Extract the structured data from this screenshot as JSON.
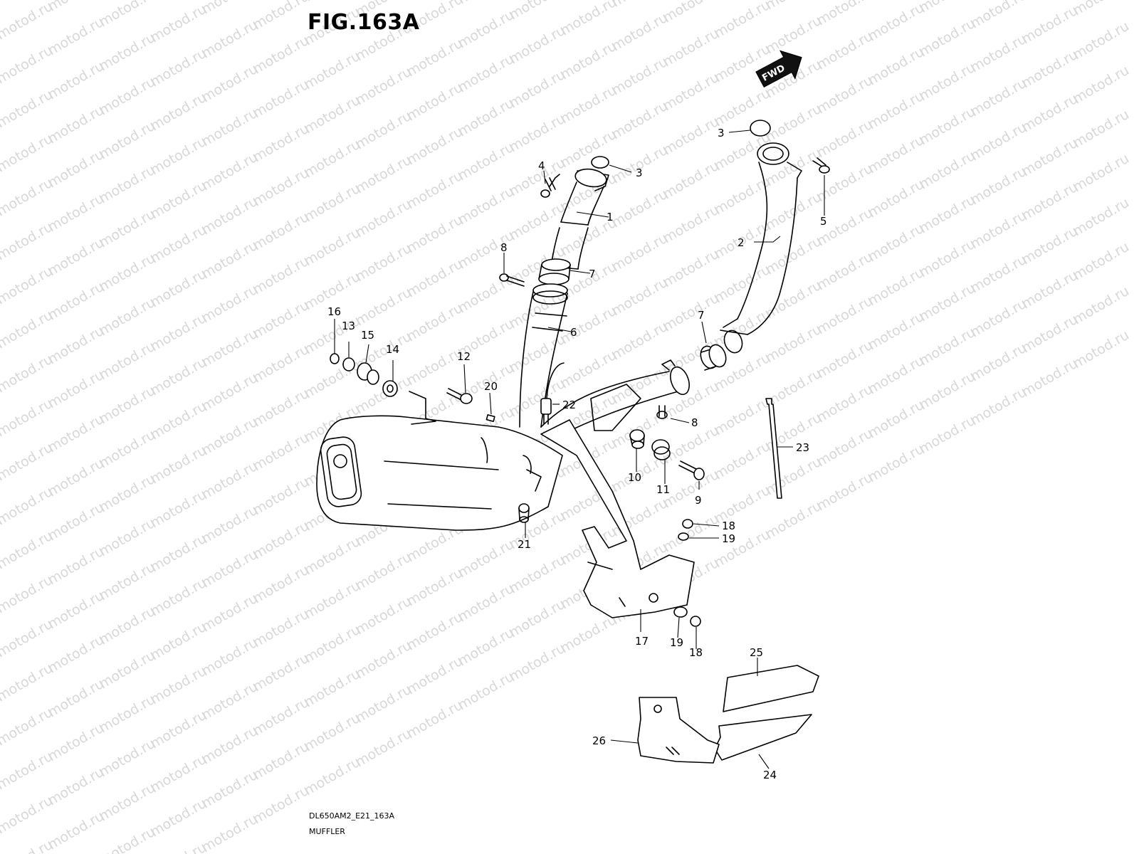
{
  "figure": {
    "title": "FIG.163A",
    "code": "DL650AM2_E21_163A",
    "name": "MUFFLER"
  },
  "watermark": {
    "text": "motod.ru",
    "color": "#d8d8d8"
  },
  "direction_marker": {
    "text": "FWD",
    "icon": "forward-arrow-icon"
  },
  "callouts": [
    {
      "key": "c1",
      "label": "1"
    },
    {
      "key": "c2",
      "label": "2"
    },
    {
      "key": "c3a",
      "label": "3"
    },
    {
      "key": "c3b",
      "label": "3"
    },
    {
      "key": "c4",
      "label": "4"
    },
    {
      "key": "c5",
      "label": "5"
    },
    {
      "key": "c6",
      "label": "6"
    },
    {
      "key": "c7a",
      "label": "7"
    },
    {
      "key": "c7b",
      "label": "7"
    },
    {
      "key": "c8a",
      "label": "8"
    },
    {
      "key": "c8b",
      "label": "8"
    },
    {
      "key": "c9",
      "label": "9"
    },
    {
      "key": "c10",
      "label": "10"
    },
    {
      "key": "c11",
      "label": "11"
    },
    {
      "key": "c12",
      "label": "12"
    },
    {
      "key": "c13",
      "label": "13"
    },
    {
      "key": "c14",
      "label": "14"
    },
    {
      "key": "c15",
      "label": "15"
    },
    {
      "key": "c16",
      "label": "16"
    },
    {
      "key": "c17",
      "label": "17"
    },
    {
      "key": "c18a",
      "label": "18"
    },
    {
      "key": "c18b",
      "label": "18"
    },
    {
      "key": "c19a",
      "label": "19"
    },
    {
      "key": "c19b",
      "label": "19"
    },
    {
      "key": "c20",
      "label": "20"
    },
    {
      "key": "c21",
      "label": "21"
    },
    {
      "key": "c22",
      "label": "22"
    },
    {
      "key": "c23",
      "label": "23"
    },
    {
      "key": "c24",
      "label": "24"
    },
    {
      "key": "c25",
      "label": "25"
    },
    {
      "key": "c26",
      "label": "26"
    }
  ]
}
